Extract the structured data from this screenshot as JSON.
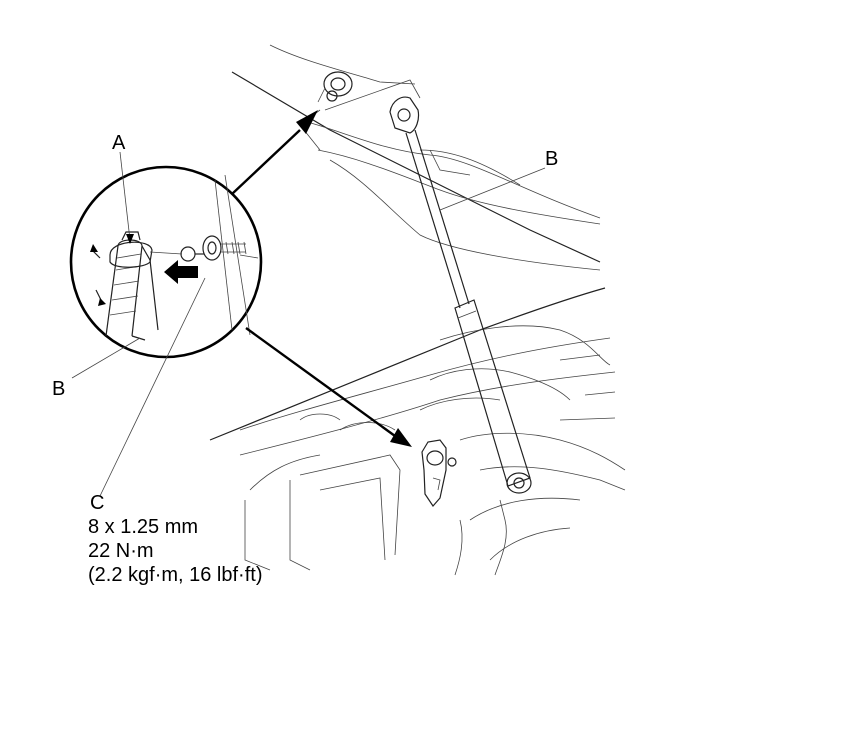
{
  "labels": {
    "a": "A",
    "b_right": "B",
    "b_left": "B",
    "c": "C"
  },
  "spec": {
    "thread": "8 x 1.25 mm",
    "torque_nm": "22 N·m",
    "torque_alt": "(2.2 kgf·m, 16 lbf·ft)"
  }
}
